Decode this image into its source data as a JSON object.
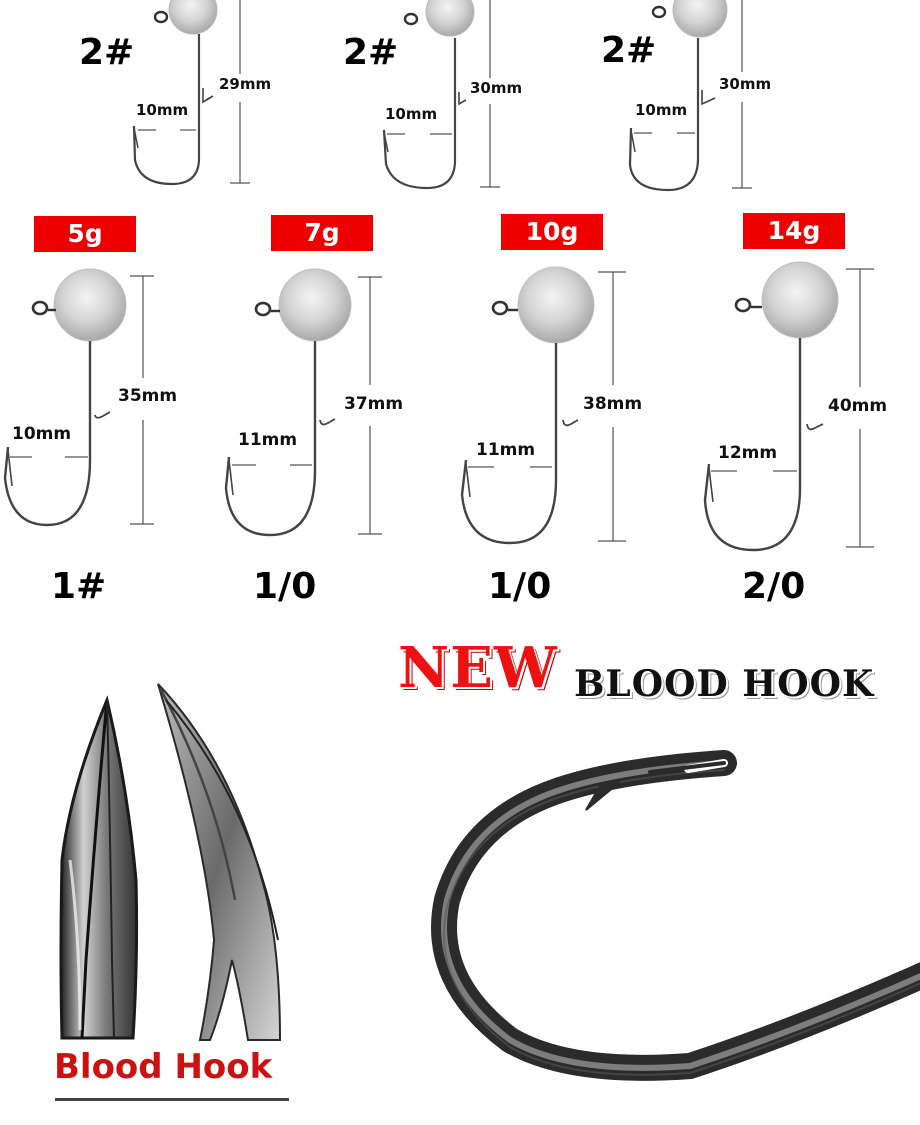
{
  "top_row": [
    {
      "size": "2#",
      "shank_length": "29mm",
      "gap": "10mm"
    },
    {
      "size": "2#",
      "shank_length": "30mm",
      "gap": "10mm"
    },
    {
      "size": "2#",
      "shank_length": "30mm",
      "gap": "10mm"
    }
  ],
  "main_row": [
    {
      "weight": "5g",
      "size": "1#",
      "shank_length": "35mm",
      "gap": "10mm"
    },
    {
      "weight": "7g",
      "size": "1/0",
      "shank_length": "37mm",
      "gap": "11mm"
    },
    {
      "weight": "10g",
      "size": "1/0",
      "shank_length": "38mm",
      "gap": "11mm"
    },
    {
      "weight": "14g",
      "size": "2/0",
      "shank_length": "40mm",
      "gap": "12mm"
    }
  ],
  "headline": {
    "new": "NEW",
    "rest": "BLOOD HOOK"
  },
  "caption": "Blood Hook",
  "colors": {
    "badge_red": "#ee0000",
    "headline_red": "#ee1111",
    "caption_red": "#cc1111",
    "hook_metal": "#3a3a3a",
    "sinker_silver": "#d8d8d8"
  }
}
